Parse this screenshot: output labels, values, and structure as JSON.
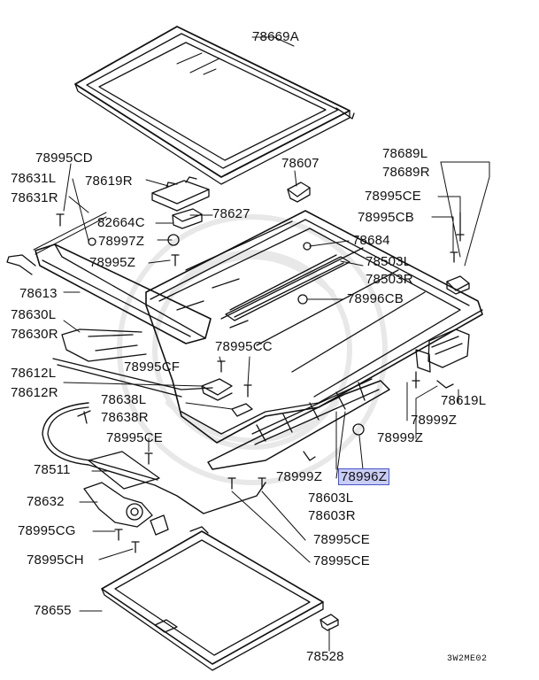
{
  "diagram": {
    "code": "3W2ME02",
    "highlight_color": "#c9cdf5",
    "highlight_border": "#4a56c7",
    "callouts": [
      {
        "id": "p78669A",
        "text": "78669A"
      },
      {
        "id": "p78995CD",
        "text": "78995CD"
      },
      {
        "id": "p78631L",
        "text": "78631L"
      },
      {
        "id": "p78631R",
        "text": "78631R"
      },
      {
        "id": "p78619R",
        "text": "78619R"
      },
      {
        "id": "p78607",
        "text": "78607"
      },
      {
        "id": "p78689L",
        "text": "78689L"
      },
      {
        "id": "p78689R",
        "text": "78689R"
      },
      {
        "id": "p78995CE_a",
        "text": "78995CE"
      },
      {
        "id": "p82664C",
        "text": "82664C"
      },
      {
        "id": "p78627",
        "text": "78627"
      },
      {
        "id": "p78995CB",
        "text": "78995CB"
      },
      {
        "id": "p78997Z",
        "text": "78997Z"
      },
      {
        "id": "p78684",
        "text": "78684"
      },
      {
        "id": "p78995Z",
        "text": "78995Z"
      },
      {
        "id": "p78503L",
        "text": "78503L"
      },
      {
        "id": "p78503R",
        "text": "78503R"
      },
      {
        "id": "p78613",
        "text": "78613"
      },
      {
        "id": "p78996CB",
        "text": "78996CB"
      },
      {
        "id": "p78630L",
        "text": "78630L"
      },
      {
        "id": "p78630R",
        "text": "78630R"
      },
      {
        "id": "p78995CC",
        "text": "78995CC"
      },
      {
        "id": "p78995CF",
        "text": "78995CF"
      },
      {
        "id": "p78612L",
        "text": "78612L"
      },
      {
        "id": "p78612R",
        "text": "78612R"
      },
      {
        "id": "p78638L",
        "text": "78638L"
      },
      {
        "id": "p78638R",
        "text": "78638R"
      },
      {
        "id": "p78619L",
        "text": "78619L"
      },
      {
        "id": "p78999Z_a",
        "text": "78999Z"
      },
      {
        "id": "p78999Z_b",
        "text": "78999Z"
      },
      {
        "id": "p78995CE_b",
        "text": "78995CE"
      },
      {
        "id": "p78511",
        "text": "78511"
      },
      {
        "id": "p78999Z_c",
        "text": "78999Z"
      },
      {
        "id": "p78996Z",
        "text": "78996Z"
      },
      {
        "id": "p78603L",
        "text": "78603L"
      },
      {
        "id": "p78603R",
        "text": "78603R"
      },
      {
        "id": "p78632",
        "text": "78632"
      },
      {
        "id": "p78995CG",
        "text": "78995CG"
      },
      {
        "id": "p78995CE_c",
        "text": "78995CE"
      },
      {
        "id": "p78995CH",
        "text": "78995CH"
      },
      {
        "id": "p78995CE_d",
        "text": "78995CE"
      },
      {
        "id": "p78655",
        "text": "78655"
      },
      {
        "id": "p78528",
        "text": "78528"
      }
    ]
  }
}
